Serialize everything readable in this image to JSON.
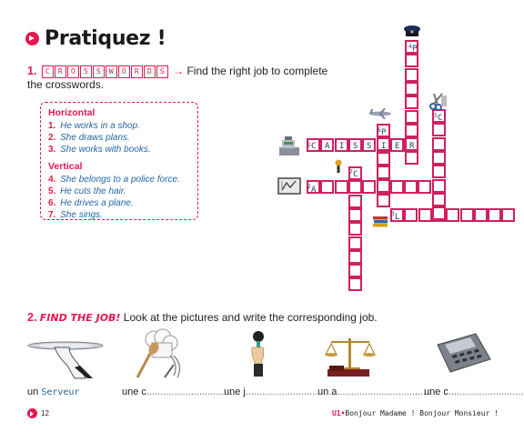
{
  "title": "Pratiquez !",
  "exercise1": {
    "number": "1.",
    "word_letters": [
      "C",
      "R",
      "O",
      "S",
      "S",
      "W",
      "O",
      "R",
      "D",
      "S"
    ],
    "instruction_line1": "Find the right job to complete",
    "instruction_line2": "the crosswords.",
    "horizontal_heading": "Horizontal",
    "horizontal_clues": [
      {
        "n": "1.",
        "text": "He works in a shop."
      },
      {
        "n": "2.",
        "text": "She draws plans."
      },
      {
        "n": "3.",
        "text": "She works with books."
      }
    ],
    "vertical_heading": "Vertical",
    "vertical_clues": [
      {
        "n": "4.",
        "text": "She belongs to a police force."
      },
      {
        "n": "5.",
        "text": "He cuts the hair."
      },
      {
        "n": "6.",
        "text": "He drives a plane."
      },
      {
        "n": "7.",
        "text": "She sings."
      }
    ],
    "grid_letters": {
      "caissier": [
        "C",
        "A",
        "I",
        "S",
        "S",
        "I",
        "E",
        "R"
      ],
      "p4": "P",
      "p6": "P",
      "c5": "C",
      "c7": "C",
      "a2": "A",
      "l3": "L",
      "n1": "1",
      "n2": "2",
      "n3": "3",
      "n4": "4",
      "n5": "5",
      "n6": "6",
      "n7": "7"
    }
  },
  "exercise2": {
    "number": "2.",
    "find_label": "FIND THE JOB!",
    "instruction": "Look at the pictures and write the corresponding job.",
    "answers": [
      {
        "prefix": "un",
        "value": "Serveur",
        "dots": ""
      },
      {
        "prefix": "une c",
        "value": "",
        "dots": "................................"
      },
      {
        "prefix": "une j",
        "value": "",
        "dots": "................................"
      },
      {
        "prefix": "un a",
        "value": "",
        "dots": ".................................."
      },
      {
        "prefix": "une c",
        "value": "",
        "dots": "................................"
      }
    ]
  },
  "footer": {
    "page_number": "12",
    "unit": "U1",
    "bullet": "•",
    "running_title": "Bonjour Madame ! Bonjour Monsieur !"
  },
  "icons": [
    "police-cap-icon",
    "scissors-comb-icon",
    "airplane-icon",
    "cash-register-icon",
    "blueprint-icon",
    "microphone-icon",
    "books-icon",
    "serving-tray-icon",
    "chef-hat-icon",
    "microphone-hand-icon",
    "scales-of-justice-icon",
    "calculator-icon"
  ],
  "colors": {
    "accent": "#e6174f",
    "clue_blue": "#2466a5",
    "grid_border": "#cf2060"
  }
}
